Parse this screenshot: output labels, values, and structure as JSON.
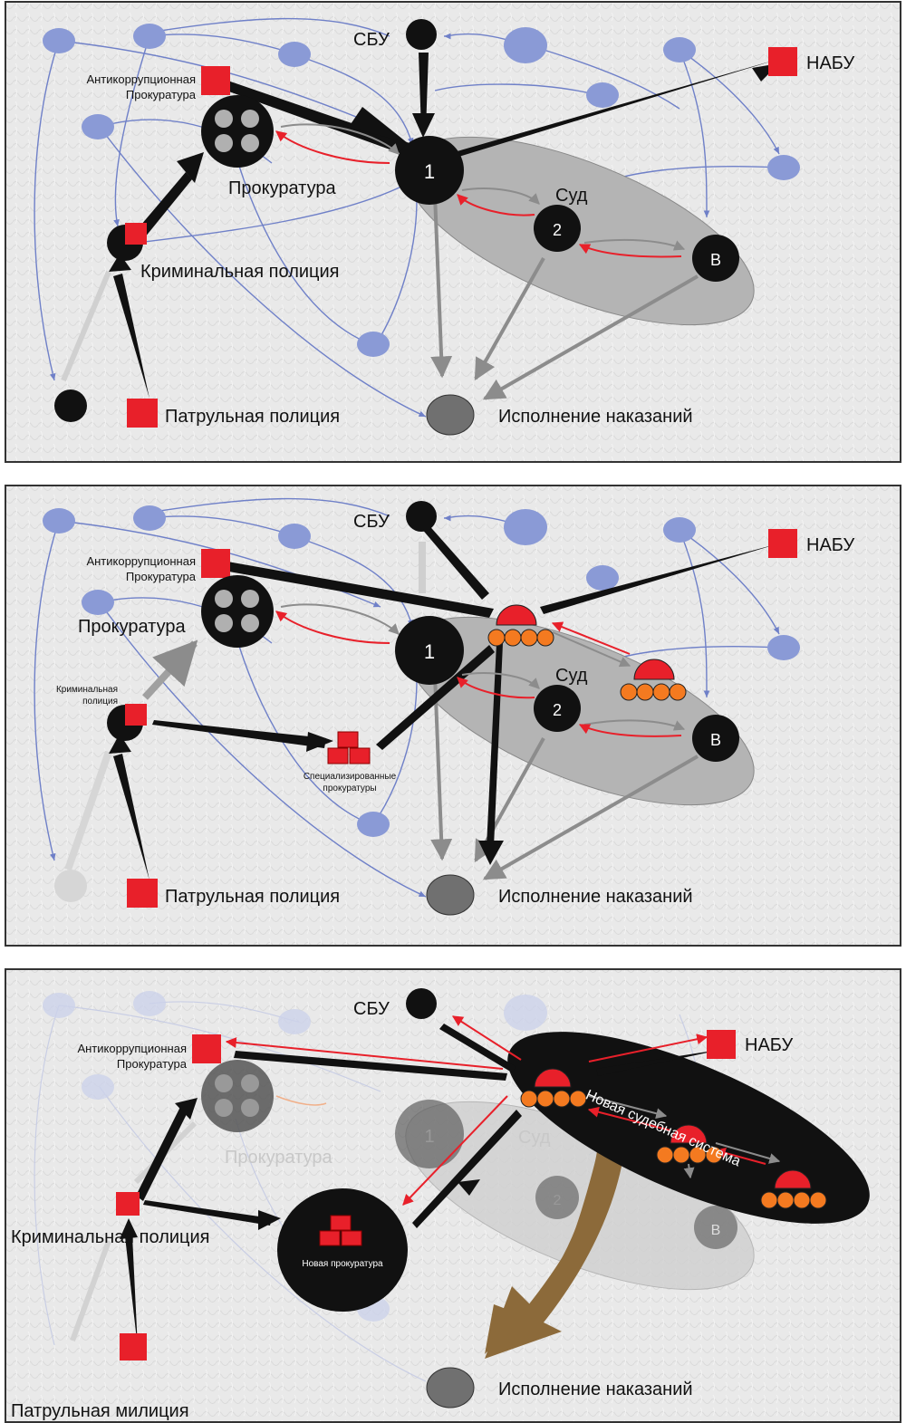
{
  "panel1": {
    "sbu": "СБУ",
    "nabu": "НАБУ",
    "anticorruption": [
      "Антикоррупционная",
      "Прокуратура"
    ],
    "prosecutor": "Прокуратура",
    "court": "Суд",
    "criminal_police": "Криминальная полиция",
    "patrol_police": "Патрульная полиция",
    "execution": "Исполнение наказаний",
    "node1": "1",
    "node2": "2",
    "nodeB": "В"
  },
  "panel2": {
    "sbu": "СБУ",
    "nabu": "НАБУ",
    "anticorruption": [
      "Антикоррупционная",
      "Прокуратура"
    ],
    "prosecutor": "Прокуратура",
    "court": "Суд",
    "criminal_police": [
      "Криминальная",
      "полиция"
    ],
    "specialized": [
      "Специализированные",
      "прокуратуры"
    ],
    "patrol_police": "Патрульная полиция",
    "execution": "Исполнение наказаний",
    "node1": "1",
    "node2": "2",
    "nodeB": "В"
  },
  "panel3": {
    "sbu": "СБУ",
    "nabu": "НАБУ",
    "anticorruption": [
      "Антикоррупционная",
      "Прокуратура"
    ],
    "prosecutor_faded": "Прокуратура",
    "court_faded": "Суд",
    "criminal_police": "Криминальная полиция",
    "new_prosecutor": "Новая прокуратура",
    "new_judicial": "Новая судебная система",
    "patrol_militia": "Патрульная милиция",
    "execution": "Исполнение наказаний",
    "node1": "1",
    "node2": "2",
    "nodeB": "В"
  },
  "colors": {
    "red": "#e8202a",
    "orange": "#f47a20",
    "blue_node": "#8a9ad6",
    "blue_line": "#6f80c8",
    "court_ellipse": "#b4b4b4",
    "arrow_grey": "#8c8c8c",
    "arrow_black": "#111111",
    "brown_arrow": "#8c6a3a"
  }
}
